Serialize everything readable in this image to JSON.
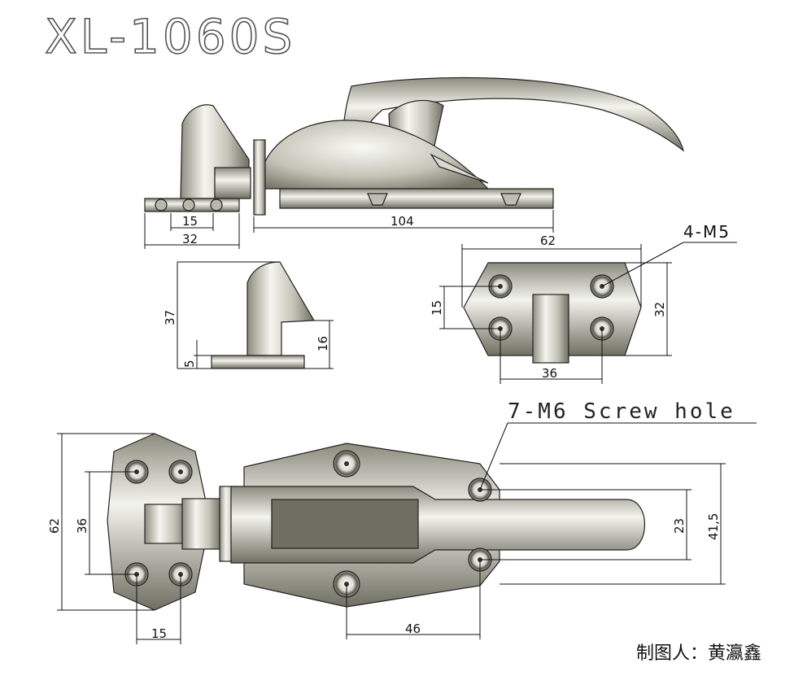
{
  "title": "XL-1060S",
  "callouts": {
    "m5": "4-M5",
    "m6": "7-M6 Screw hole"
  },
  "dimensions": {
    "side_small_base": "15",
    "side_base": "32",
    "side_length": "104",
    "top_width": "62",
    "top_height": "32",
    "top_hole_pitch_v": "15",
    "top_hole_pitch_h": "36",
    "strike_height": "37",
    "strike_step": "16",
    "strike_base": "5",
    "plan_height": "62",
    "plan_hole_pitch": "36",
    "plan_base_pitch": "15",
    "plan_bolt_pitch": "46",
    "plan_slot": "23",
    "plan_total": "41,5"
  },
  "author": "制图人：黄瀛鑫",
  "colors": {
    "metal_light": "#f4f4ee",
    "metal_mid": "#c9c9bd",
    "metal_dark": "#6f6f62",
    "line": "#111111"
  }
}
